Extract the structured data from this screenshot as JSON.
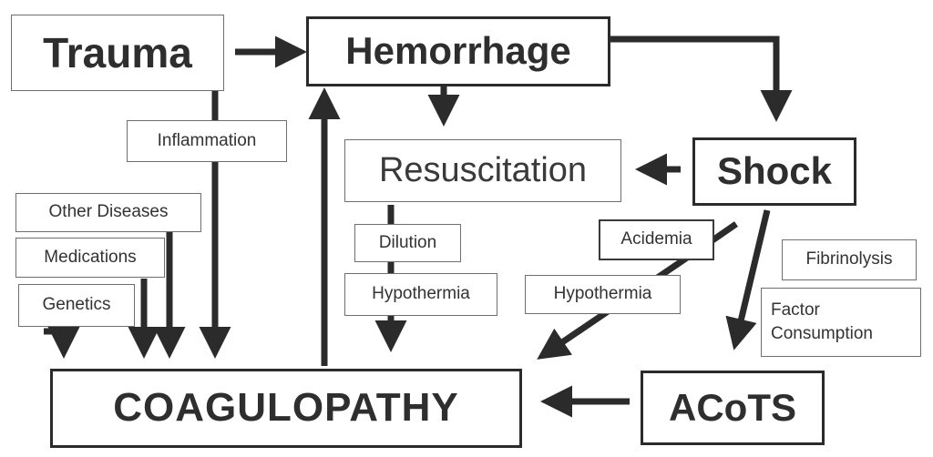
{
  "diagram": {
    "nodes": {
      "trauma": "Trauma",
      "hemorrhage": "Hemorrhage",
      "resuscitation": "Resuscitation",
      "shock": "Shock",
      "inflammation": "Inflammation",
      "other_diseases": "Other Diseases",
      "medications": "Medications",
      "genetics": "Genetics",
      "dilution": "Dilution",
      "hypothermia_resus": "Hypothermia",
      "acidemia": "Acidemia",
      "hypothermia_shock": "Hypothermia",
      "fibrinolysis": "Fibrinolysis",
      "factor_consumption": "Factor Consumption",
      "coagulopathy": "COAGULOPATHY",
      "acots": "ACoTS"
    },
    "edges": [
      {
        "from": "Trauma",
        "to": "Hemorrhage"
      },
      {
        "from": "Trauma",
        "to": "COAGULOPATHY"
      },
      {
        "from": "Hemorrhage",
        "to": "Resuscitation"
      },
      {
        "from": "Hemorrhage",
        "to": "Shock"
      },
      {
        "from": "Shock",
        "to": "Resuscitation"
      },
      {
        "from": "Shock",
        "to": "ACoTS"
      },
      {
        "from": "Shock",
        "to": "COAGULOPATHY"
      },
      {
        "from": "Resuscitation",
        "to": "COAGULOPATHY"
      },
      {
        "from": "COAGULOPATHY",
        "to": "Hemorrhage"
      },
      {
        "from": "ACoTS",
        "to": "COAGULOPATHY"
      },
      {
        "from": "Other Diseases",
        "to": "COAGULOPATHY"
      },
      {
        "from": "Medications",
        "to": "COAGULOPATHY"
      },
      {
        "from": "Genetics",
        "to": "COAGULOPATHY"
      }
    ],
    "colors": {
      "stroke": "#2b2b2b",
      "background": "#ffffff"
    }
  }
}
